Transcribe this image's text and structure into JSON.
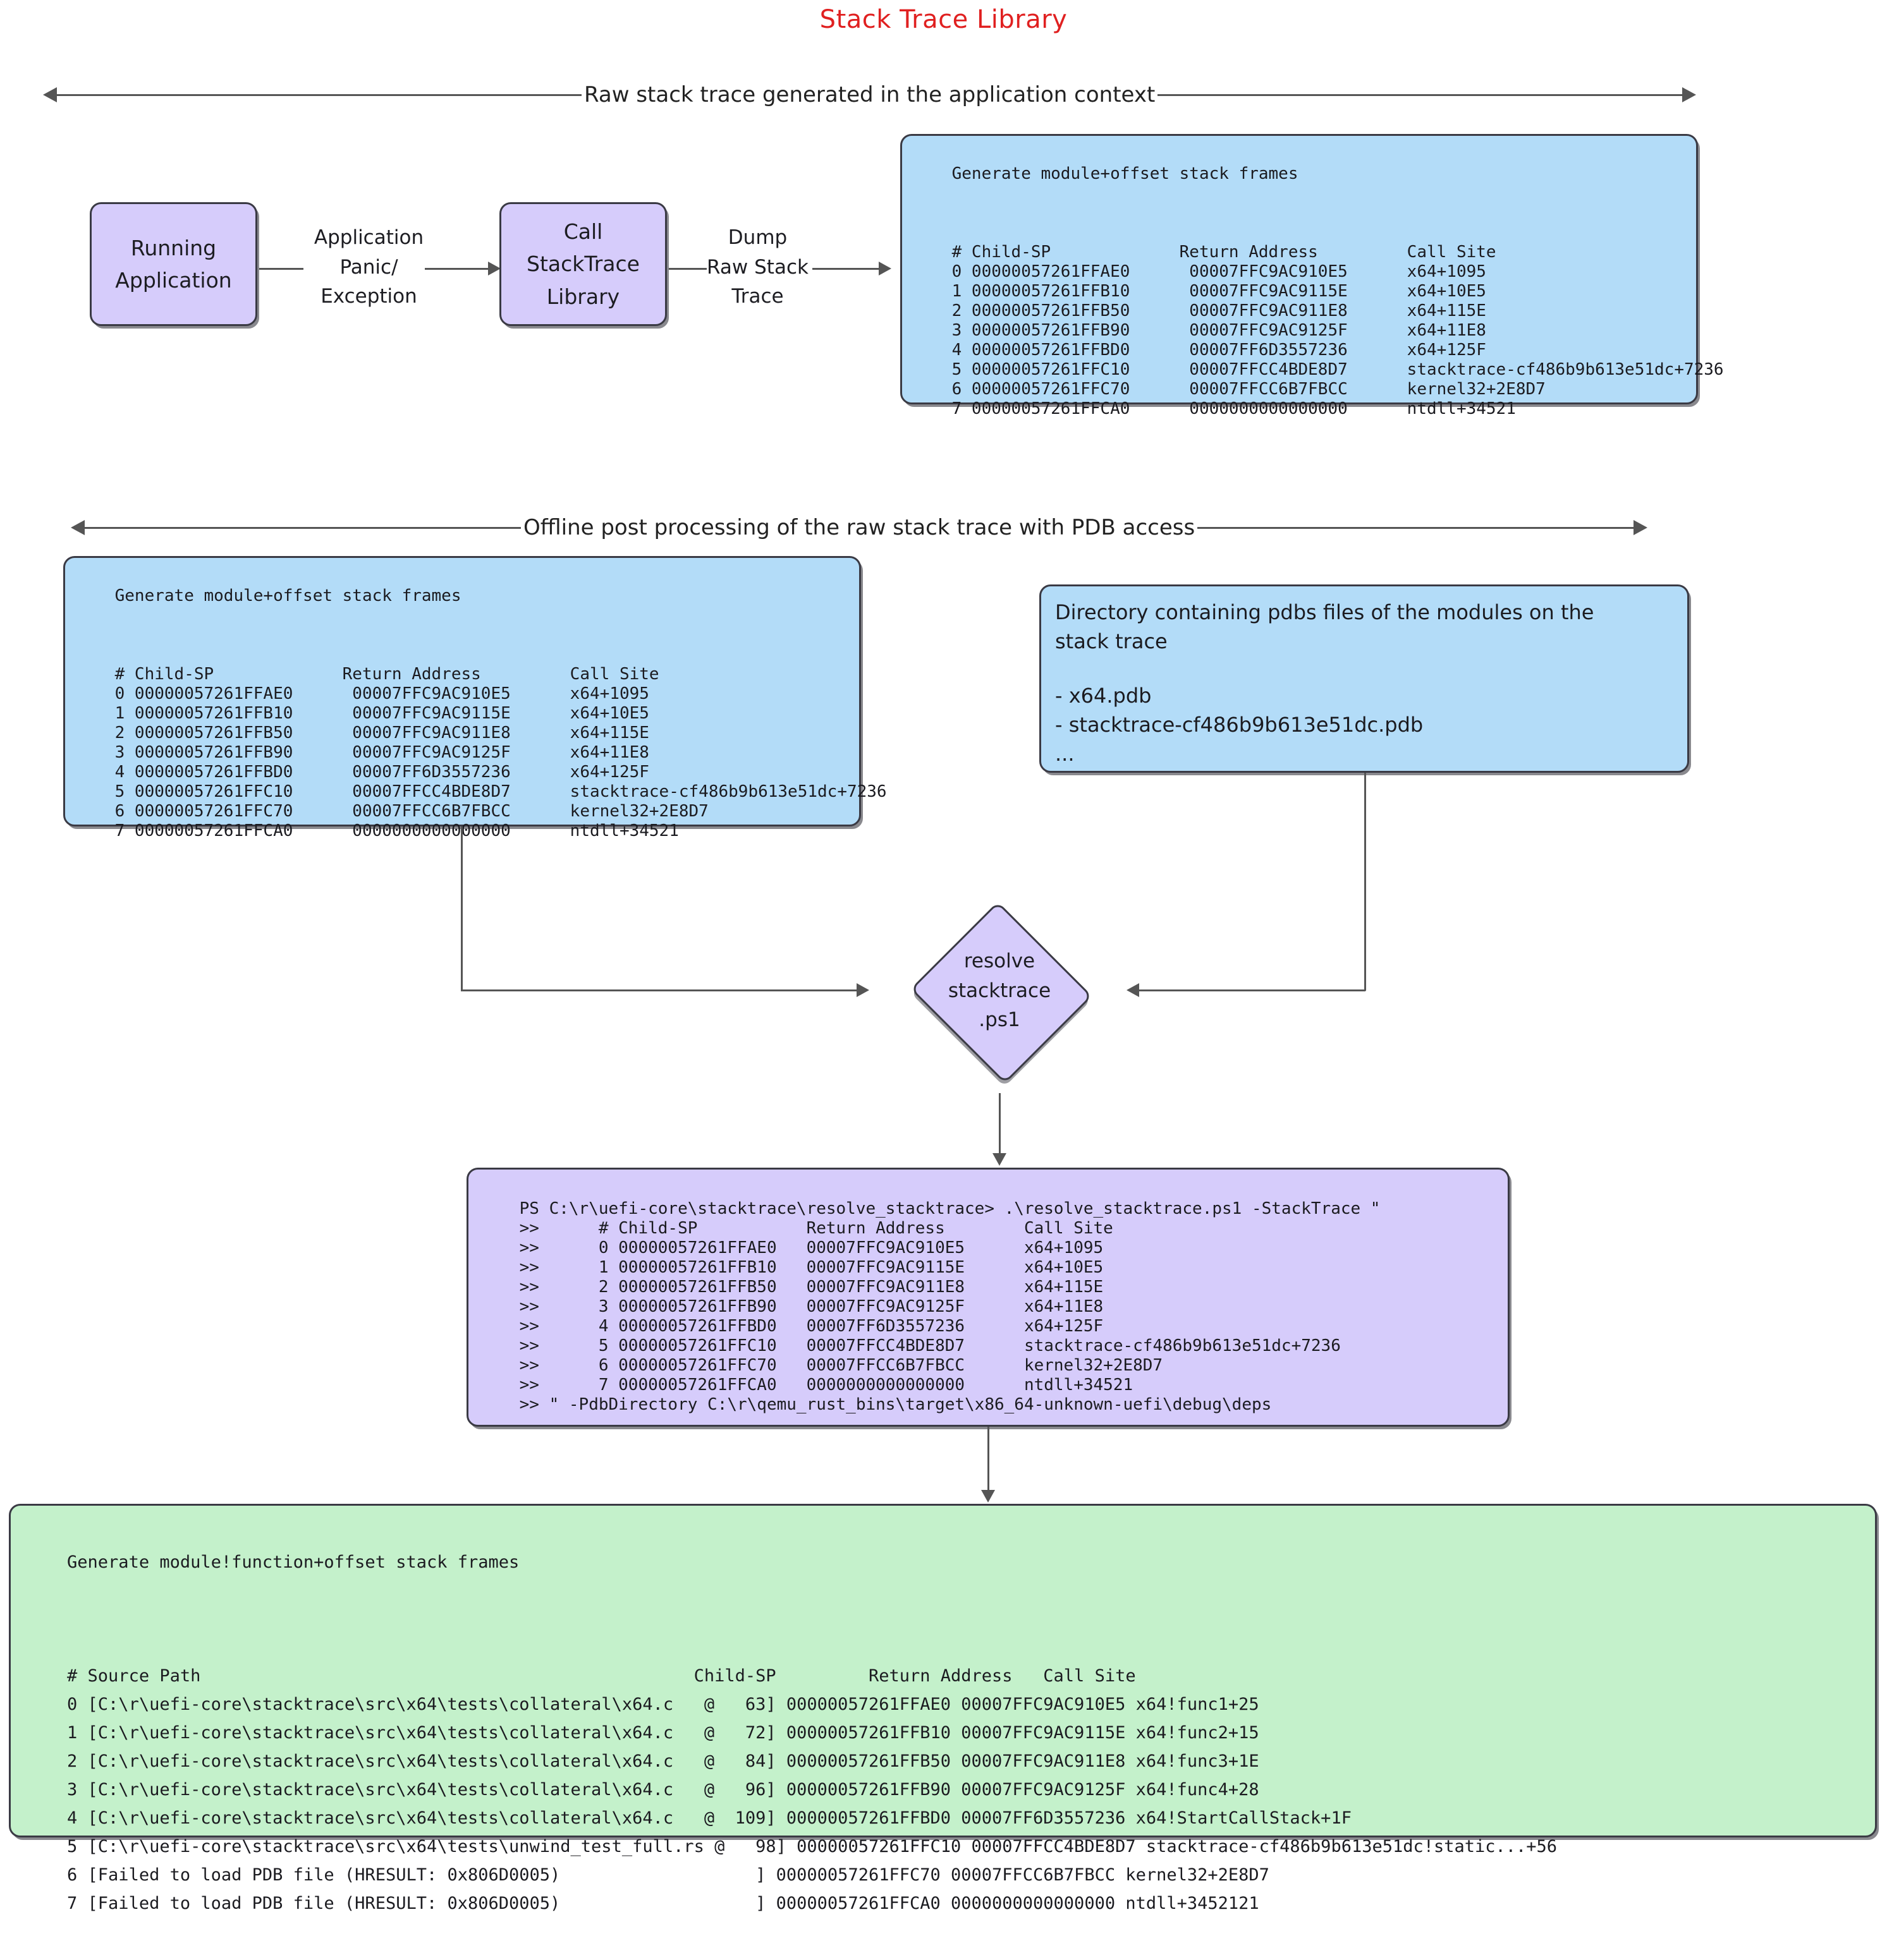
{
  "title": "Stack Trace Library",
  "title_color": "#e02020",
  "colors": {
    "purple": "#d6ccfb",
    "blue": "#b3dcf8",
    "green": "#c4f1cb",
    "stroke": "#3a3a44",
    "connector": "#555555"
  },
  "sections": {
    "top_band_label": "Raw stack trace generated in the application context",
    "mid_band_label": "Offline post processing of the raw stack trace with PDB access"
  },
  "flow": {
    "running_application": "Running\nApplication",
    "call_stacktrace_library": "Call\nStackTrace\nLibrary",
    "edge_panic": "Application\nPanic/\nException",
    "edge_dump": "Dump\nRaw Stack\nTrace",
    "resolve_diamond": "resolve\nstacktrace\n.ps1"
  },
  "raw_stack_box": {
    "heading": "Generate module+offset stack frames",
    "columns": "# Child-SP             Return Address         Call Site",
    "rows": [
      "0 00000057261FFAE0      00007FFC9AC910E5      x64+1095",
      "1 00000057261FFB10      00007FFC9AC9115E      x64+10E5",
      "2 00000057261FFB50      00007FFC9AC911E8      x64+115E",
      "3 00000057261FFB90      00007FFC9AC9125F      x64+11E8",
      "4 00000057261FFBD0      00007FF6D3557236      x64+125F",
      "5 00000057261FFC10      00007FFCC4BDE8D7      stacktrace-cf486b9b613e51dc+7236",
      "6 00000057261FFC70      00007FFCC6B7FBCC      kernel32+2E8D7",
      "7 00000057261FFCA0      0000000000000000      ntdll+34521"
    ]
  },
  "pdb_dir_box": {
    "line1": "Directory containing pdbs files of the modules on the",
    "line2": "stack trace",
    "item1": "- x64.pdb",
    "item2": "- stacktrace-cf486b9b613e51dc.pdb",
    "ellipsis": "..."
  },
  "powershell_box": {
    "prompt_line": "PS C:\\r\\uefi-core\\stacktrace\\resolve_stacktrace> .\\resolve_stacktrace.ps1 -StackTrace \"",
    "lines": [
      ">>      # Child-SP           Return Address        Call Site",
      ">>      0 00000057261FFAE0   00007FFC9AC910E5      x64+1095",
      ">>      1 00000057261FFB10   00007FFC9AC9115E      x64+10E5",
      ">>      2 00000057261FFB50   00007FFC9AC911E8      x64+115E",
      ">>      3 00000057261FFB90   00007FFC9AC9125F      x64+11E8",
      ">>      4 00000057261FFBD0   00007FF6D3557236      x64+125F",
      ">>      5 00000057261FFC10   00007FFCC4BDE8D7      stacktrace-cf486b9b613e51dc+7236",
      ">>      6 00000057261FFC70   00007FFCC6B7FBCC      kernel32+2E8D7",
      ">>      7 00000057261FFCA0   0000000000000000      ntdll+34521"
    ],
    "pdb_dir_line": ">> \" -PdbDirectory C:\\r\\qemu_rust_bins\\target\\x86_64-unknown-uefi\\debug\\deps"
  },
  "resolved_box": {
    "heading": "Generate module!function+offset stack frames",
    "columns": "# Source Path                                                Child-SP         Return Address   Call Site",
    "rows": [
      "0 [C:\\r\\uefi-core\\stacktrace\\src\\x64\\tests\\collateral\\x64.c   @   63] 00000057261FFAE0 00007FFC9AC910E5 x64!func1+25",
      "1 [C:\\r\\uefi-core\\stacktrace\\src\\x64\\tests\\collateral\\x64.c   @   72] 00000057261FFB10 00007FFC9AC9115E x64!func2+15",
      "2 [C:\\r\\uefi-core\\stacktrace\\src\\x64\\tests\\collateral\\x64.c   @   84] 00000057261FFB50 00007FFC9AC911E8 x64!func3+1E",
      "3 [C:\\r\\uefi-core\\stacktrace\\src\\x64\\tests\\collateral\\x64.c   @   96] 00000057261FFB90 00007FFC9AC9125F x64!func4+28",
      "4 [C:\\r\\uefi-core\\stacktrace\\src\\x64\\tests\\collateral\\x64.c   @  109] 00000057261FFBD0 00007FF6D3557236 x64!StartCallStack+1F",
      "5 [C:\\r\\uefi-core\\stacktrace\\src\\x64\\tests\\unwind_test_full.rs @   98] 00000057261FFC10 00007FFCC4BDE8D7 stacktrace-cf486b9b613e51dc!static...+56",
      "6 [Failed to load PDB file (HRESULT: 0x806D0005)                   ] 00000057261FFC70 00007FFCC6B7FBCC kernel32+2E8D7",
      "7 [Failed to load PDB file (HRESULT: 0x806D0005)                   ] 00000057261FFCA0 0000000000000000 ntdll+3452121"
    ]
  }
}
